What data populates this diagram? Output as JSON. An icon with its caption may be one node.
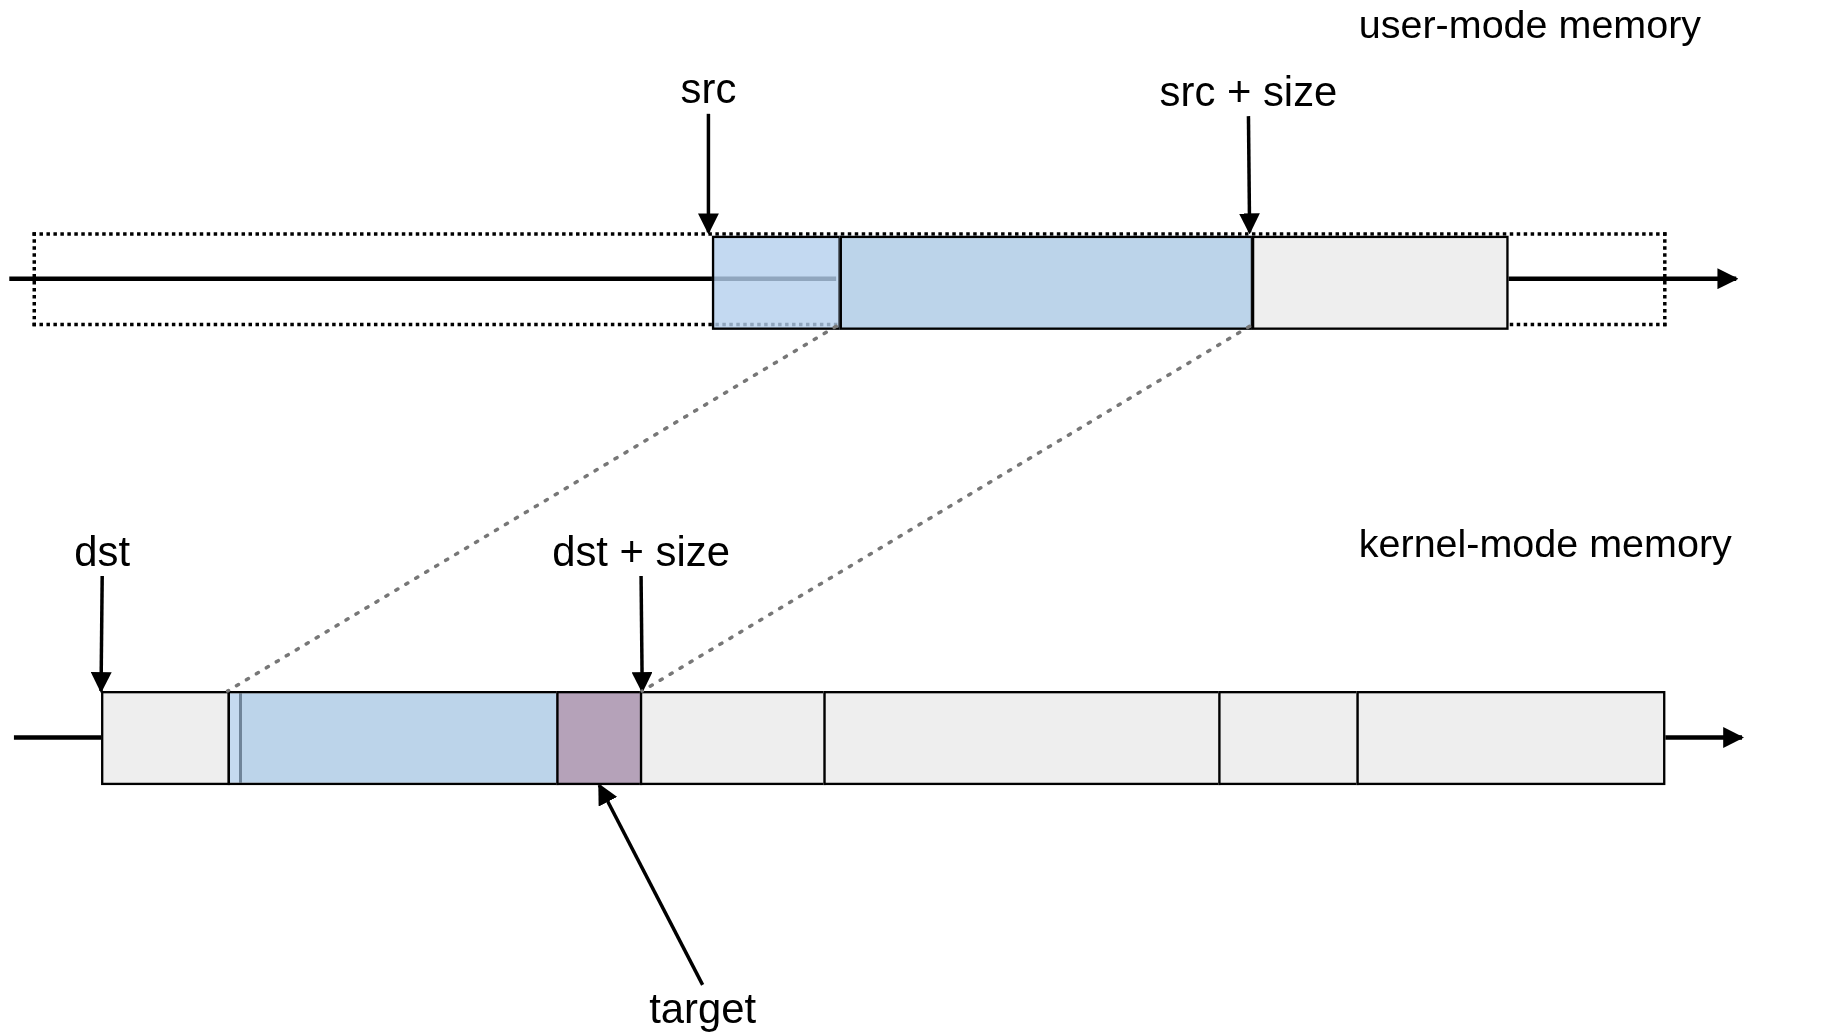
{
  "diagram": {
    "nodes": [
      {
        "text": [
          "src"
        ]
      },
      {
        "text": [
          "src + size"
        ]
      },
      {
        "text": [],
        "shape": "box"
      },
      {
        "text": [],
        "shape": "box",
        "in": 2
      },
      {
        "text": [],
        "shape": "box",
        "in": 2
      },
      {
        "text": [],
        "shape": "box",
        "in": 2
      },
      {
        "text": [
          "dst"
        ]
      },
      {
        "text": [
          "dst + size"
        ]
      },
      {
        "text": [],
        "shape": "box"
      },
      {
        "text": [],
        "shape": "box"
      },
      {
        "text": [],
        "shape": "box"
      },
      {
        "text": [],
        "shape": "box"
      },
      {
        "text": [],
        "shape": "box"
      },
      {
        "text": [],
        "shape": "box"
      },
      {
        "text": [],
        "shape": "box"
      },
      {
        "text": [
          "target"
        ]
      }
    ],
    "edges": [
      {
        "from": 0,
        "to": 3,
        "arrow": "to"
      },
      {
        "from": 1,
        "to": 4,
        "arrow": "to"
      },
      {
        "from": 4,
        "to": 9,
        "arrow": "none",
        "style": "dashed",
        "color": "#777777"
      },
      {
        "from": 4,
        "to": 10,
        "arrow": "none",
        "style": "dashed",
        "color": "#777777"
      },
      {
        "from": 6,
        "to": 8,
        "arrow": "to"
      },
      {
        "from": 7,
        "to": 10,
        "arrow": "to"
      },
      {
        "from": 15,
        "to": 10,
        "arrow": "to"
      }
    ],
    "labels": [
      "user-mode memory",
      "kernel-mode memory"
    ]
  }
}
